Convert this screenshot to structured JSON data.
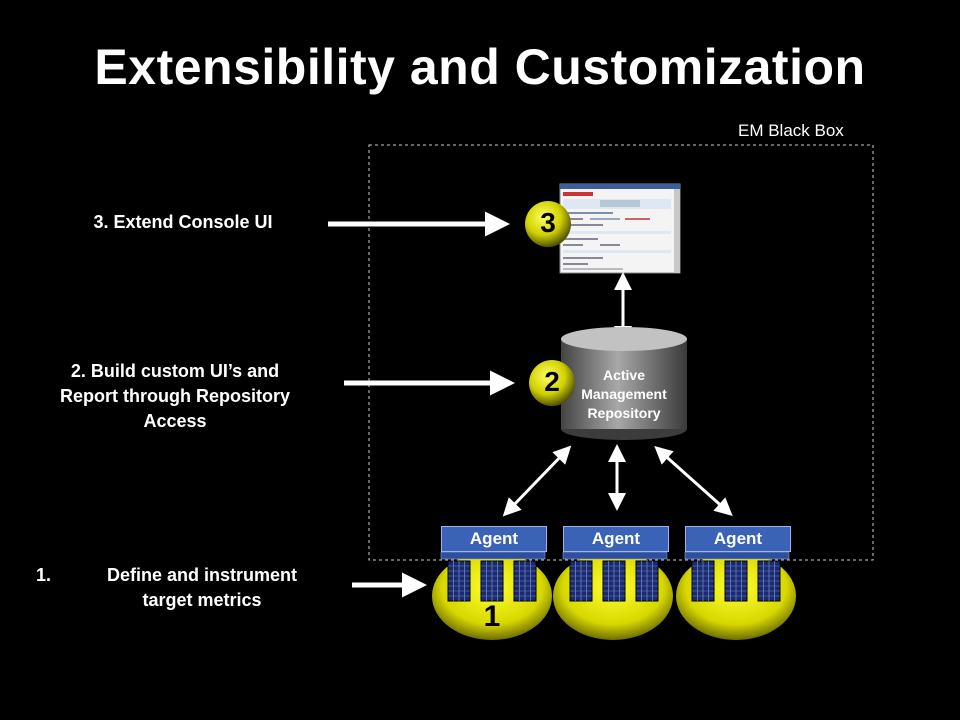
{
  "title": "Extensibility and Customization",
  "box_label": "EM Black Box",
  "steps": {
    "step3": "3. Extend Console UI",
    "step2_line1": "2. Build custom UI’s and",
    "step2_line2": "Report through Repository",
    "step2_line3": "Access",
    "step1_num": "1.",
    "step1_line1": "Define and instrument",
    "step1_line2": "target metrics"
  },
  "badges": {
    "b3": "3",
    "b2": "2",
    "b1": "1"
  },
  "repository": {
    "line1": "Active",
    "line2": "Management",
    "line3": "Repository"
  },
  "agents": [
    "Agent",
    "Agent",
    "Agent"
  ],
  "colors": {
    "badge": "#d4d400",
    "agent": "#3a63b8",
    "background": "#000000"
  }
}
